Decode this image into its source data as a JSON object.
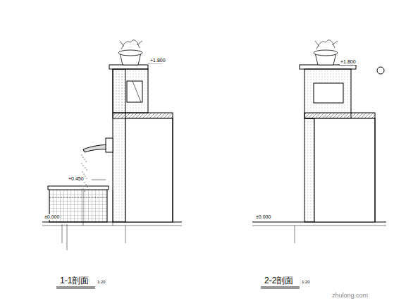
{
  "diagram": {
    "labels": [
      "1-1剖面",
      "1:20",
      "2-2剖面",
      "1:20",
      "+1.800",
      "+1.800",
      "+0.450",
      "±0.000",
      "±0.000",
      "zhulong.com"
    ]
  }
}
